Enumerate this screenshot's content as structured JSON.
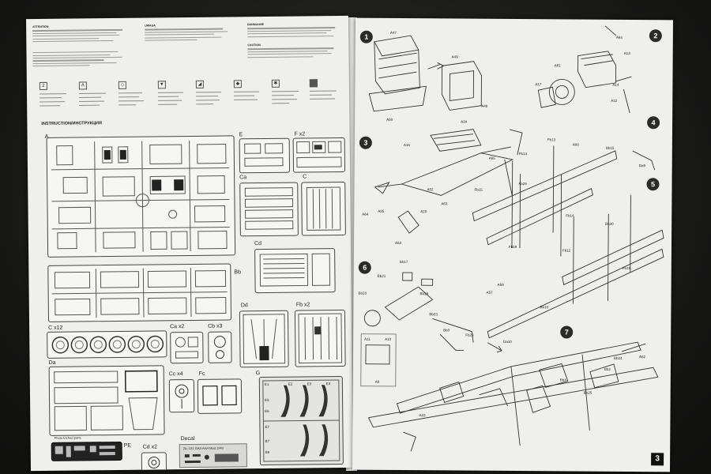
{
  "left_page": {
    "headings": {
      "attention": "ATTENTION",
      "vnimanie": "ВНИМАНИЕ",
      "caution": "CAUTION",
      "uwaga": "UWAGA"
    },
    "instruction_title": "INSTRUCTION/ИНСТРУКЦИЯ",
    "sprue_labels": [
      "A",
      "E",
      "F x2",
      "Ca",
      "C",
      "Cd",
      "Bb",
      "Dd",
      "Fb x2",
      "C x12",
      "Ca x2",
      "Cb x3",
      "Da",
      "Cc x4",
      "Fc",
      "G",
      "PE",
      "Cd x2",
      "Decal"
    ],
    "pe_caption": "Photo Etched parts",
    "decal_caption": "ZIL-131 GAZ-AAA Mod.1940",
    "g_parts": [
      "E1",
      "E2",
      "E3",
      "E4",
      "E5",
      "E6",
      "E7",
      "B7",
      "B8"
    ]
  },
  "right_page": {
    "steps": [
      "1",
      "2",
      "3",
      "4",
      "5",
      "6",
      "7"
    ],
    "page_number": "3",
    "parts": [
      "A47",
      "A49",
      "A48",
      "A50",
      "A64",
      "A13",
      "A61",
      "A17",
      "A14",
      "A12",
      "A34",
      "A16",
      "A52",
      "A35",
      "A64",
      "A53",
      "A20",
      "A63",
      "A65",
      "Fb13",
      "A80",
      "Bb15",
      "Da9",
      "Fb14",
      "Fb29",
      "Fb15",
      "Fb19",
      "Fb14",
      "Bb30",
      "Fb12",
      "Fb19",
      "Bb17",
      "Bb21",
      "Bb19",
      "Bb20",
      "A57",
      "A59",
      "Bb18",
      "Bb23",
      "Bb3",
      "Fb23",
      "Da10",
      "A11",
      "A10",
      "A9",
      "Bb24",
      "A82",
      "Bb2",
      "Bb4",
      "Bb25",
      "A83"
    ]
  }
}
